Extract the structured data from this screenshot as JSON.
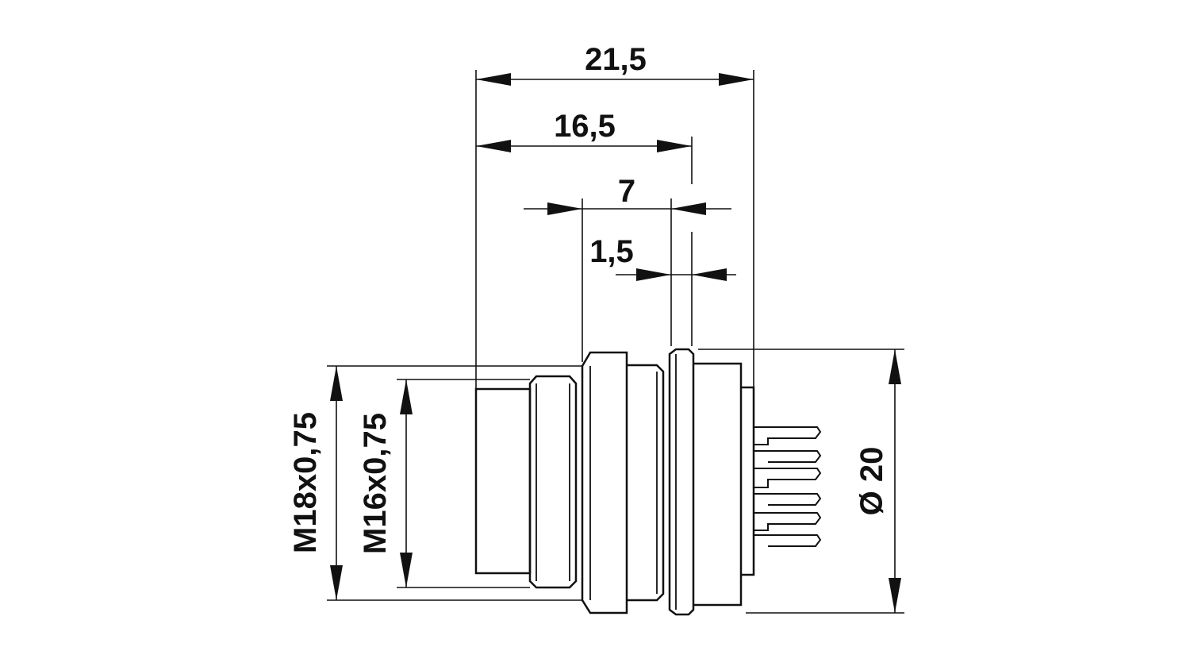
{
  "dimensions": {
    "overall_length": "21,5",
    "length_to_flange": "16,5",
    "thread_length": "7",
    "flange_thickness": "1,5",
    "outer_thread": "M18x0,75",
    "inner_thread": "M16x0,75",
    "flange_diameter": "Ø 20"
  },
  "colors": {
    "line": "#111111",
    "background": "#ffffff"
  }
}
